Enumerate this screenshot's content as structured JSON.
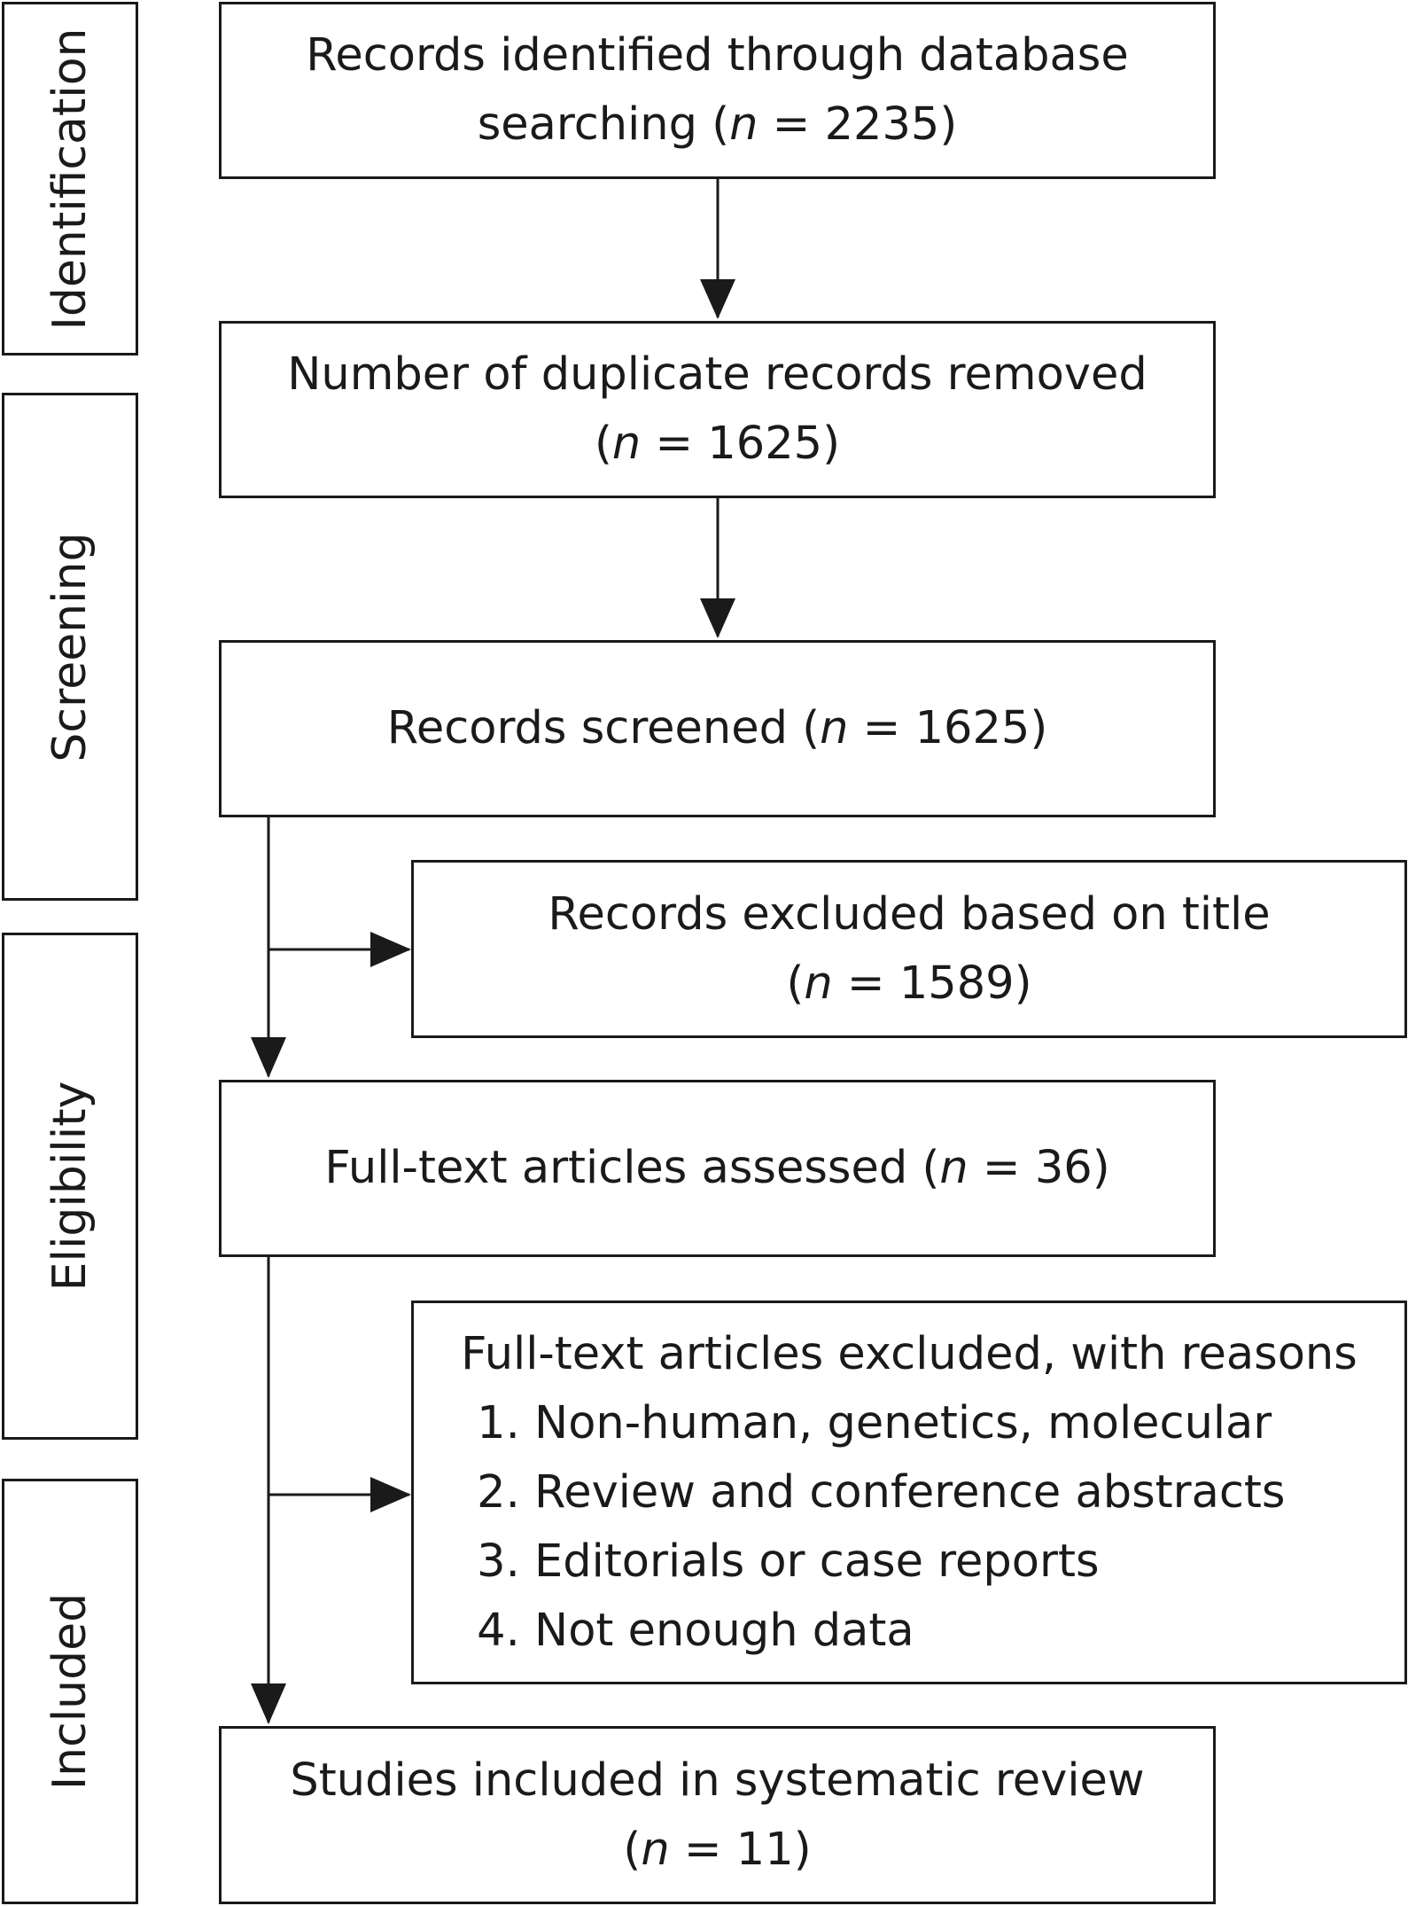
{
  "stages": [
    "Identification",
    "Screening",
    "Eligibility",
    "Included"
  ],
  "n_label": "n",
  "boxes": {
    "identified": {
      "line1": "Records identified through database",
      "line2_pre": "searching (",
      "line2_post": " = 2235)"
    },
    "duplicates": {
      "line1": "Number of duplicate records removed",
      "line2_pre": "(",
      "line2_post": " = 1625)"
    },
    "screened": {
      "line1_pre": "Records screened (",
      "line1_post": " = 1625)"
    },
    "excluded_title": {
      "line1": "Records excluded based on title",
      "line2_pre": "(",
      "line2_post": " = 1589)"
    },
    "fulltext": {
      "line1_pre": "Full-text articles assessed (",
      "line1_post": " = 36)"
    },
    "fulltext_excluded": {
      "heading": "Full-text articles excluded, with reasons",
      "reasons": [
        "1. Non-human, genetics, molecular",
        "2. Review and conference abstracts",
        "3. Editorials or case reports",
        "4. Not enough data"
      ]
    },
    "included": {
      "line1": "Studies included in systematic review",
      "line2_pre": "(",
      "line2_post": " = 11)"
    }
  }
}
